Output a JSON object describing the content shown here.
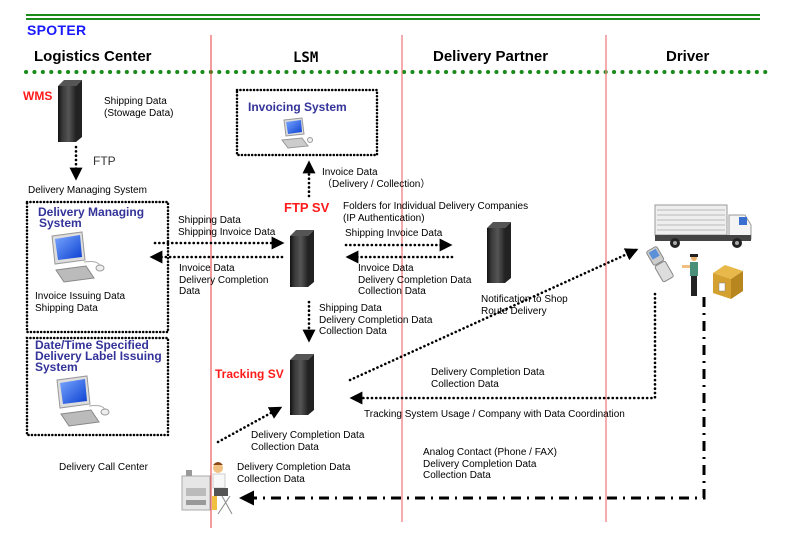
{
  "brand": "SPOTER",
  "lanes": [
    {
      "title": "Logistics Center"
    },
    {
      "title": "LSM"
    },
    {
      "title": "Delivery Partner"
    },
    {
      "title": "Driver"
    }
  ],
  "nodes": {
    "wms": {
      "label": "WMS",
      "note": [
        "Shipping Data",
        "(Stowage Data)"
      ]
    },
    "ftp_label": "FTP",
    "delivery_managing_caption": "Delivery Managing System",
    "delivery_managing": {
      "title": [
        "Delivery Managing",
        "System"
      ],
      "note": [
        "Invoice Issuing Data",
        "Shipping Data"
      ]
    },
    "label_issuing": {
      "title": [
        "Date/Time Specified",
        "Delivery Label Issuing",
        "System"
      ]
    },
    "invoicing": {
      "title": "Invoicing  System"
    },
    "ftp_sv": {
      "label": "FTP SV",
      "note": [
        "Folders for Individual Delivery Companies",
        "(IP Authentication)"
      ]
    },
    "tracking_sv": {
      "label": "Tracking SV"
    },
    "call_center": {
      "label": "Delivery Call  Center"
    }
  },
  "flows": {
    "invoice_up": [
      "Invoice Data",
      "（Delivery / Collection）"
    ],
    "dms_to_ftp": [
      "Shipping Data",
      "Shipping Invoice Data"
    ],
    "ftp_to_dms": [
      "Invoice Data",
      "Delivery Completion",
      "Data"
    ],
    "ftp_to_partner": [
      "Shipping Invoice Data"
    ],
    "partner_to_ftp": [
      "Invoice Data",
      "Delivery Completion  Data",
      "Collection Data"
    ],
    "ftp_to_tracking": [
      "Shipping Data",
      "Delivery Completion  Data",
      "Collection Data"
    ],
    "notification": [
      "Notification to Shop",
      "Route Delivery"
    ],
    "driver_to_tracking": [
      "Delivery Completion  Data",
      "Collection Data"
    ],
    "tracking_usage": "Tracking System Usage / Company  with Data Coordination",
    "callcenter_to_tracking": [
      "Delivery Completion  Data",
      "Collection Data"
    ],
    "driver_to_callcenter": [
      "Delivery Completion  Data",
      "Collection Data"
    ],
    "analog": [
      "Analog Contact (Phone / FAX)",
      "Delivery Completion  Data",
      "Collection Data"
    ]
  },
  "colors": {
    "green": "#1a8a1a",
    "lane_divider": "#f08080",
    "brand": "#1a1aff",
    "red_label": "#ff1a1a",
    "system_title": "#333399"
  }
}
